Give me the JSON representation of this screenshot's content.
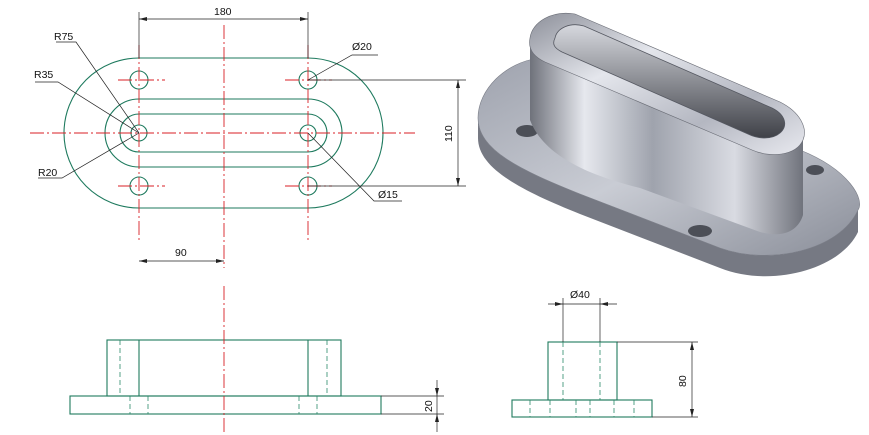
{
  "top_view": {
    "dim_length": "180",
    "label_outer_radius": "R75",
    "label_hole_dia": "Ø20",
    "label_mid_radius": "R35",
    "dim_width": "110",
    "label_slot_radius": "R20",
    "label_slot_dia": "Ø15",
    "dim_offset": "90"
  },
  "front_view": {
    "dim_base_height": "20"
  },
  "side_view": {
    "dim_boss_dia": "Ø40",
    "dim_total_height": "80"
  },
  "iso_view": {
    "body_color": "#b8bcc8",
    "shadow_color": "#5a5d66"
  },
  "colors": {
    "outline": "#1e7a5e",
    "centerline": "#d81f26",
    "dimension": "#222222"
  }
}
